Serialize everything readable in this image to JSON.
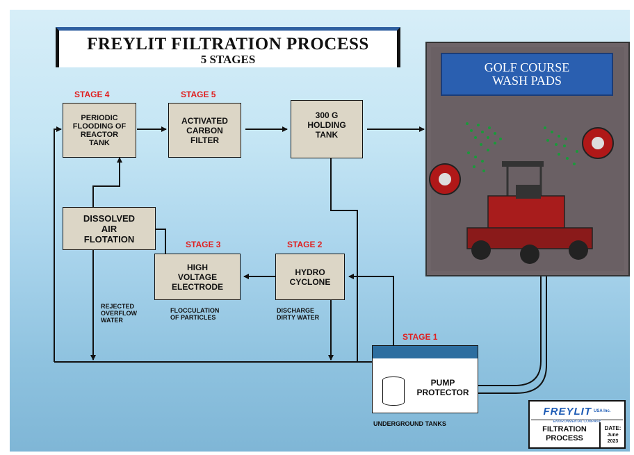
{
  "title": {
    "main": "FREYLIT FILTRATION PROCESS",
    "sub": "5 STAGES"
  },
  "stages": {
    "stage1": "STAGE 1",
    "stage2": "STAGE 2",
    "stage3": "STAGE 3",
    "stage4": "STAGE 4",
    "stage5": "STAGE 5"
  },
  "boxes": {
    "periodic": [
      "PERIODIC",
      "FLOODING OF",
      "REACTOR",
      "TANK"
    ],
    "carbon": [
      "ACTIVATED",
      "CARBON",
      "FILTER"
    ],
    "holding": [
      "300 G",
      "HOLDING",
      "TANK"
    ],
    "flotation": [
      "DISSOLVED",
      "AIR",
      "FLOTATION"
    ],
    "electrode": [
      "HIGH",
      "VOLTAGE",
      "ELECTRODE"
    ],
    "cyclone": [
      "HYDRO",
      "CYCLONE"
    ],
    "pump": [
      "PUMP",
      "PROTECTOR"
    ]
  },
  "notes": {
    "rejected": [
      "REJECTED",
      "OVERFLOW",
      "WATER"
    ],
    "flocculation": [
      "FLOCCULATION",
      "OF PARTICLES"
    ],
    "discharge": [
      "DISCHARGE",
      "DIRTY WATER"
    ],
    "underground": "UNDERGROUND TANKS"
  },
  "golf": {
    "title": [
      "GOLF COURSE",
      "WASH PADS"
    ]
  },
  "logo": {
    "brand": "FREYLIT",
    "brand_suffix": "USA Inc.",
    "tagline": "ENVIRONMENTAL COMPANY",
    "label": [
      "FILTRATION",
      "PROCESS"
    ],
    "date_label": "DATE:",
    "date_value": [
      "June",
      "2023"
    ]
  },
  "colors": {
    "stage_label": "#e02020",
    "box_fill": "#dcd6c6",
    "tank_top": "#2d6ea0",
    "golf_title_bg": "#2a5fb0"
  }
}
